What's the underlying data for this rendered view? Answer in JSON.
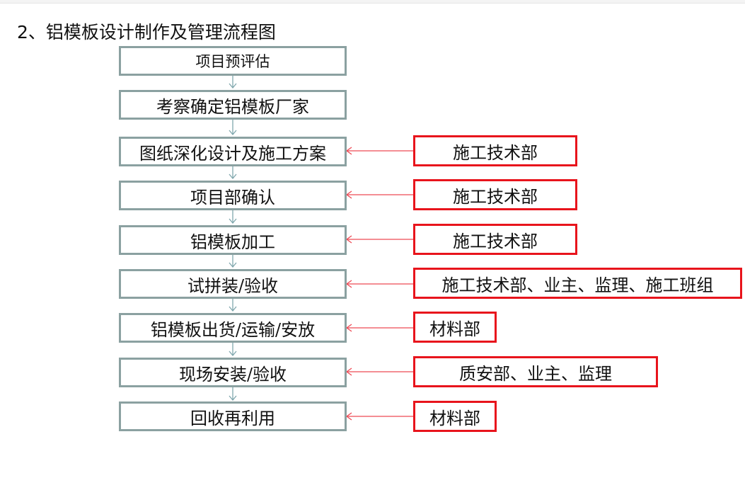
{
  "title": "2、铝模板设计制作及管理流程图",
  "colors": {
    "step_border": "#8ba1a1",
    "step_arrow": "#7fa7ad",
    "dept_border": "#e8141c",
    "dept_arrow": "#ee4a55"
  },
  "steps": [
    {
      "label": "项目预评估",
      "department": ""
    },
    {
      "label": "考察确定铝模板厂家",
      "department": ""
    },
    {
      "label": "图纸深化设计及施工方案",
      "department": "施工技术部"
    },
    {
      "label": "项目部确认",
      "department": "施工技术部"
    },
    {
      "label": "铝模板加工",
      "department": "施工技术部"
    },
    {
      "label": "试拼装/验收",
      "department": "施工技术部、业主、监理、施工班组"
    },
    {
      "label": "铝模板出货/运输/安放",
      "department": "材料部"
    },
    {
      "label": "现场安装/验收",
      "department": "质安部、业主、监理"
    },
    {
      "label": "回收再利用",
      "department": "材料部"
    }
  ]
}
